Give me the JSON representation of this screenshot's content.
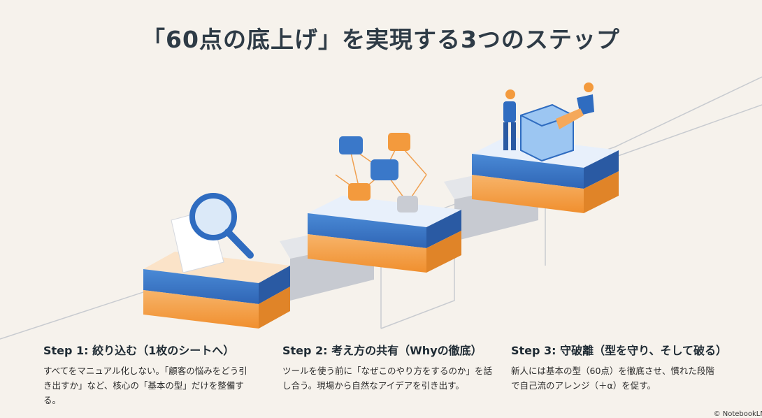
{
  "title": "「60点の底上げ」を実現する3つのステップ",
  "steps": [
    {
      "heading": "Step 1: 絞り込む（1枚のシートへ）",
      "body": "すべてをマニュアル化しない。「顧客の悩みをどう引き出すか」など、核心の「基本の型」だけを整備する。",
      "icon": "magnifier-document-icon"
    },
    {
      "heading": "Step 2: 考え方の共有（Whyの徹底）",
      "body": "ツールを使う前に「なぜこのやり方をするのか」を話し合う。現場から自然なアイデアを引き出す。",
      "icon": "chat-network-icon"
    },
    {
      "heading": "Step 3: 守破離（型を守り、そして破る）",
      "body": "新人には基本の型（60点）を徹底させ、慣れた段階で自己流のアレンジ（＋α）を促す。",
      "icon": "people-cube-icon"
    }
  ],
  "watermark": "© NotebookLM",
  "colors": {
    "blue": "#3a78c9",
    "orange": "#f39a3d",
    "gray": "#c9ccd3",
    "title": "#2e3b46"
  }
}
